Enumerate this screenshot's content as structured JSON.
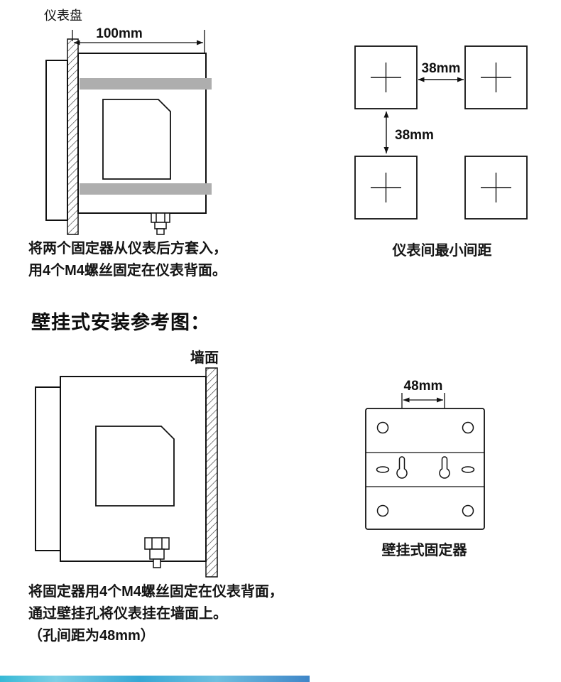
{
  "colors": {
    "ink": "#111111",
    "fixer_gray": "#aeaeae",
    "banner_left": "#36b9d6",
    "banner_right": "#3f86c8"
  },
  "top": {
    "panel_label": "仪表盘",
    "dim_100": "100mm",
    "spacing": {
      "dim_h": "38mm",
      "dim_v": "38mm",
      "caption": "仪表间最小间距"
    },
    "instructions": [
      "将两个固定器从仪表后方套入，",
      "用4个M4螺丝固定在仪表背面。"
    ]
  },
  "wall": {
    "heading": "壁挂式安装参考图：",
    "wall_label": "墙面",
    "bracket": {
      "dim": "48mm",
      "caption": "壁挂式固定器"
    },
    "instructions": [
      "将固定器用4个M4螺丝固定在仪表背面，",
      "通过壁挂孔将仪表挂在墙面上。",
      "（孔间距为48mm）"
    ]
  }
}
